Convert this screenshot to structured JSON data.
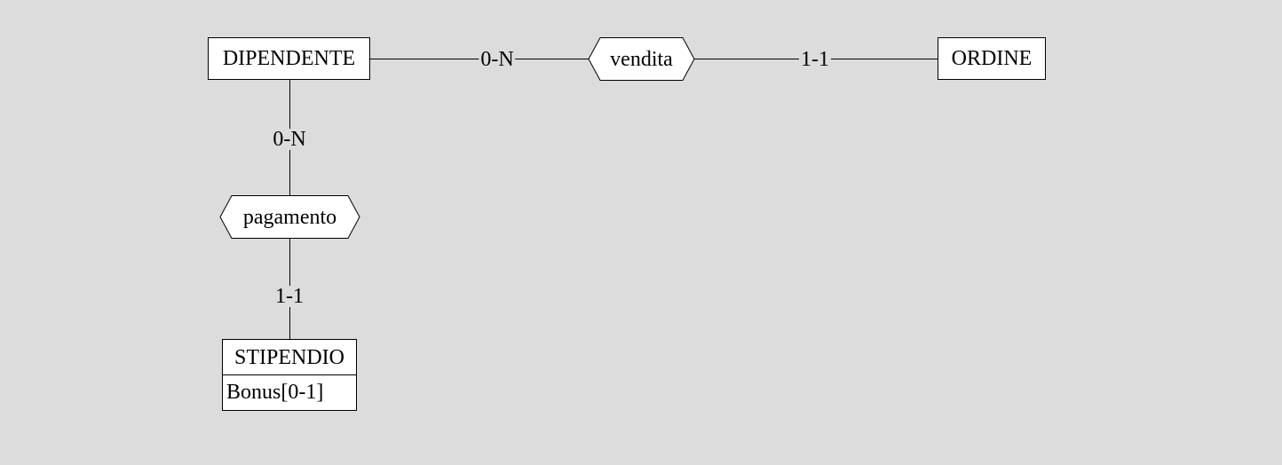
{
  "entities": {
    "dipendente": {
      "name": "DIPENDENTE"
    },
    "ordine": {
      "name": "ORDINE"
    },
    "stipendio": {
      "name": "STIPENDIO",
      "attributes": [
        "Bonus[0-1]"
      ]
    }
  },
  "relationships": {
    "vendita": {
      "name": "vendita"
    },
    "pagamento": {
      "name": "pagamento"
    }
  },
  "cardinalities": {
    "dipendente_vendita": "0-N",
    "vendita_ordine": "1-1",
    "dipendente_pagamento": "0-N",
    "pagamento_stipendio": "1-1"
  },
  "colors": {
    "background": "#dcdcdc",
    "shape_fill": "#ffffff",
    "stroke": "#000000"
  }
}
